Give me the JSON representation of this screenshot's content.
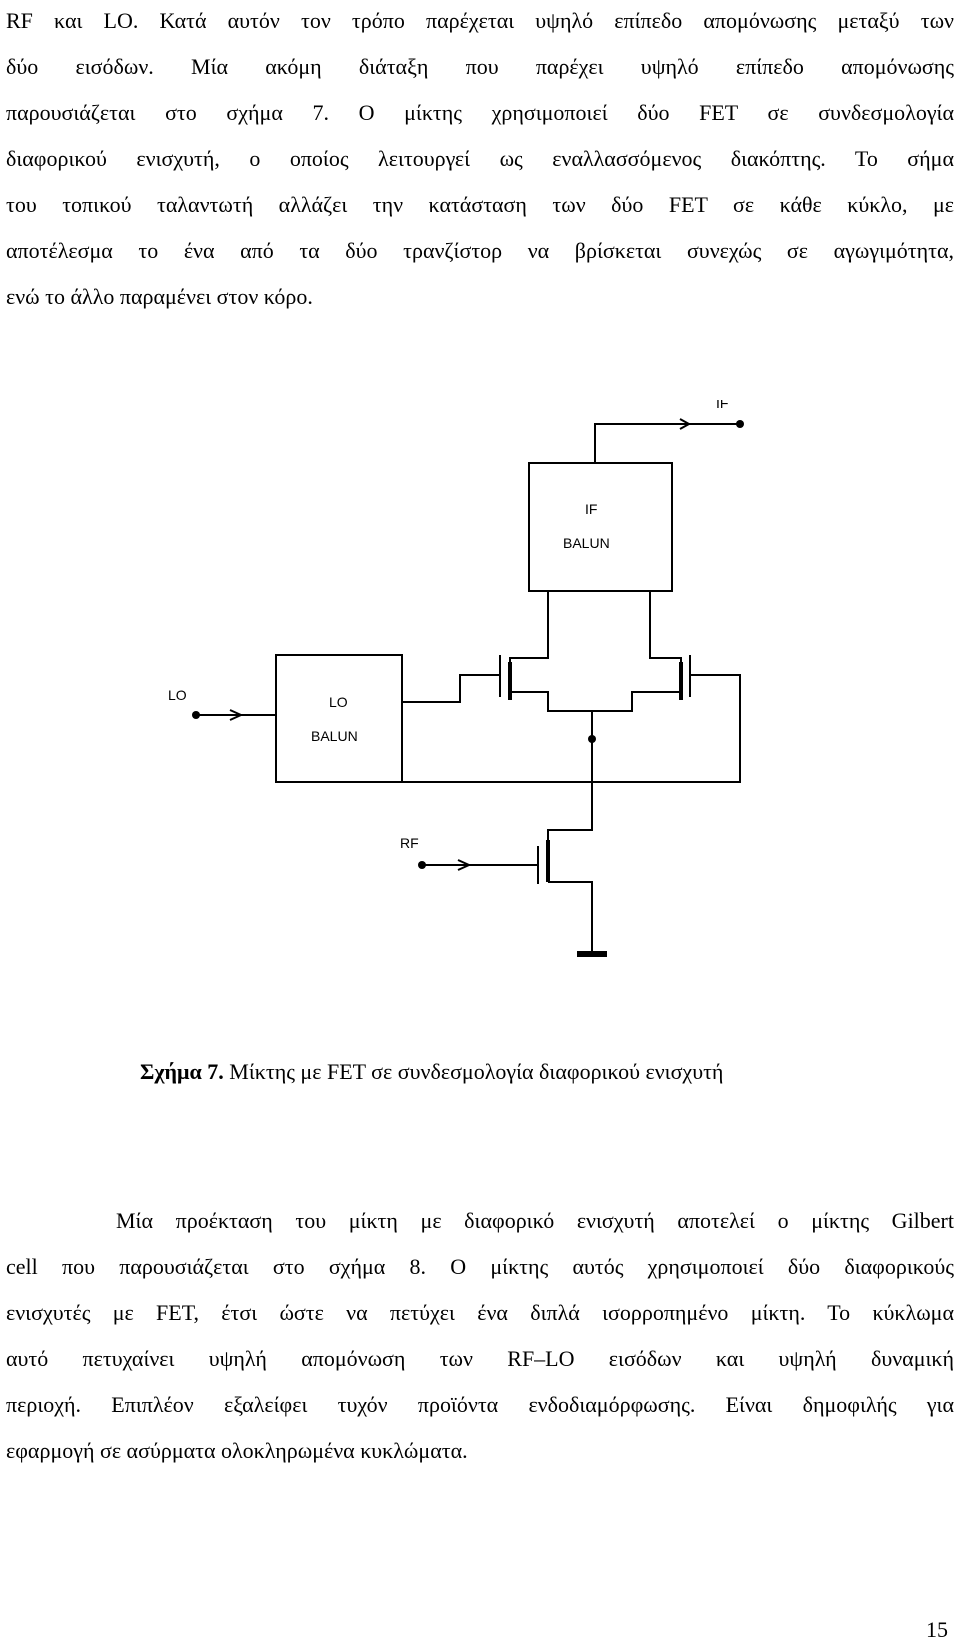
{
  "paragraph1": {
    "lines": [
      "RF και LO. Κατά αυτόν τον τρόπο παρέχεται υψηλό επίπεδο απομόνωσης μεταξύ των",
      "δύο εισόδων. Μία ακόμη διάταξη που παρέχει υψηλό επίπεδο απομόνωσης",
      "παρουσιάζεται στο σχήμα 7. Ο μίκτης χρησιμοποιεί δύο FET σε συνδεσμολογία",
      "διαφορικού ενισχυτή, ο οποίος λειτουργεί ως εναλλασσόμενος διακόπτης. Το σήμα",
      "του τοπικού ταλαντωτή αλλάζει την κατάσταση των δύο FET σε κάθε κύκλο, με",
      "αποτέλεσμα το ένα από τα δύο τρανζίστορ να βρίσκεται συνεχώς σε αγωγιμότητα,",
      "ενώ το άλλο παραμένει στον κόρο."
    ]
  },
  "diagram": {
    "labels": {
      "if_out": "IF",
      "if_balun_line1": "IF",
      "if_balun_line2": "BALUN",
      "lo_in": "LO",
      "lo_balun_line1": "LO",
      "lo_balun_line2": "BALUN",
      "rf_in": "RF"
    }
  },
  "caption": {
    "label": "Σχήμα 7.",
    "text": " Μίκτης με FET σε συνδεσμολογία διαφορικού ενισχυτή"
  },
  "paragraph2": {
    "lines": [
      "Μία προέκταση του μίκτη με διαφορικό ενισχυτή αποτελεί ο μίκτης Gilbert",
      "cell που παρουσιάζεται στο σχήμα 8. Ο μίκτης αυτός χρησιμοποιεί δύο διαφορικούς",
      "ενισχυτές με FET, έτσι ώστε να πετύχει ένα διπλά ισορροπημένο μίκτη. Το κύκλωμα",
      "αυτό πετυχαίνει υψηλή απομόνωση των RF–LO εισόδων και υψηλή δυναμική",
      "περιοχή. Επιπλέον εξαλείφει τυχόν προϊόντα ενδοδιαμόρφωσης. Είναι δημοφιλής για",
      "εφαρμογή σε ασύρματα ολοκληρωμένα κυκλώματα."
    ]
  },
  "page_number": "15"
}
